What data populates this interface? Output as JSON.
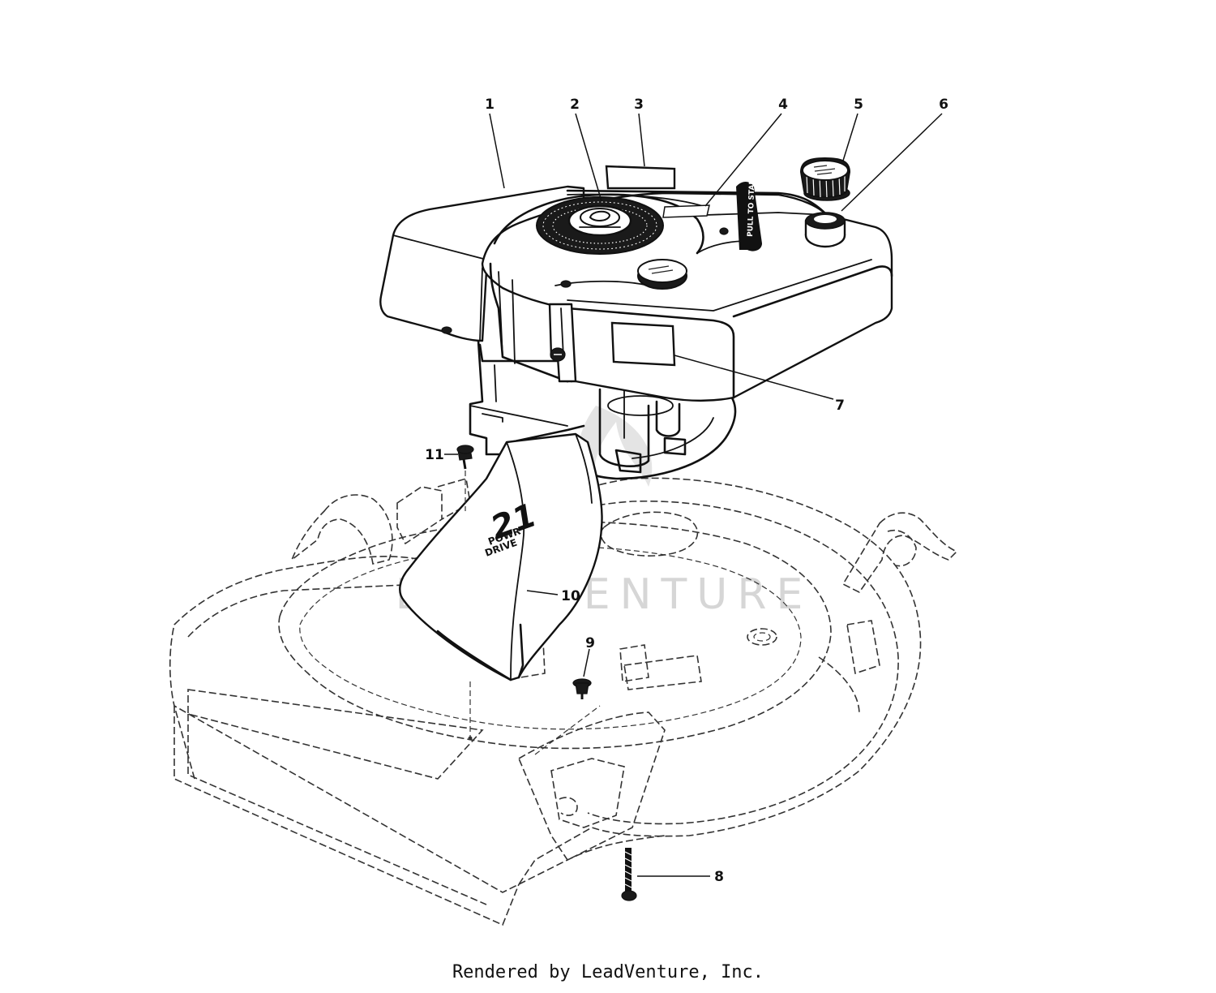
{
  "callouts": [
    {
      "id": "c1",
      "label": "1"
    },
    {
      "id": "c2",
      "label": "2"
    },
    {
      "id": "c3",
      "label": "3"
    },
    {
      "id": "c4",
      "label": "4"
    },
    {
      "id": "c5",
      "label": "5"
    },
    {
      "id": "c6",
      "label": "6"
    },
    {
      "id": "c7",
      "label": "7"
    },
    {
      "id": "c8",
      "label": "8"
    },
    {
      "id": "c9",
      "label": "9"
    },
    {
      "id": "c10",
      "label": "10"
    },
    {
      "id": "c11",
      "label": "11"
    }
  ],
  "decals": {
    "pull_to_start": "PULL TO START",
    "model_number": "21",
    "drive_text_1": "POWR",
    "drive_text_2": "DRIVE"
  },
  "watermark": "LEADVENTURE",
  "footer": "Rendered by LeadVenture, Inc."
}
